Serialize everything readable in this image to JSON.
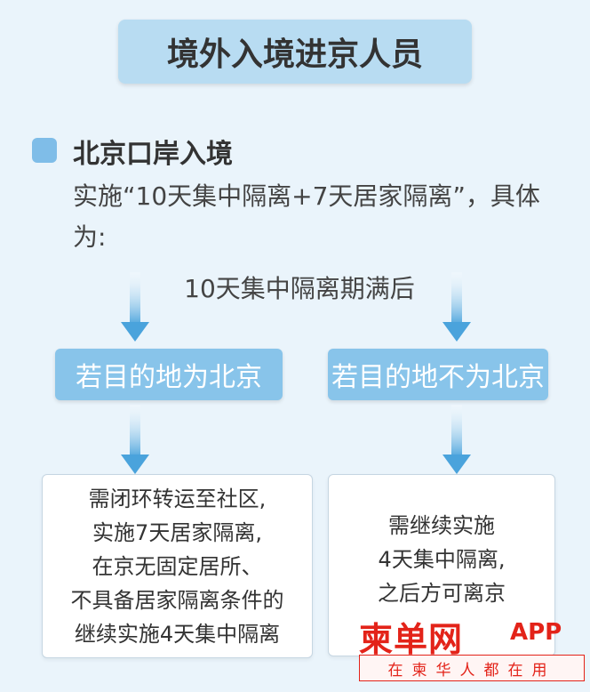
{
  "title": "境外入境进京人员",
  "section": {
    "heading": "北京口岸入境",
    "description": "实施“10天集中隔离+7天居家隔离”，具体为:"
  },
  "flow": {
    "after_label": "10天集中隔离期满后",
    "branches": [
      {
        "destination": "若目的地为北京",
        "lines": [
          "需闭环转运至社区,",
          "实施7天居家隔离,",
          "在京无固定居所、",
          "不具备居家隔离条件的",
          "继续实施4天集中隔离"
        ]
      },
      {
        "destination": "若目的地不为北京",
        "lines": [
          "需继续实施",
          "4天集中隔离,",
          "之后方可离京"
        ]
      }
    ]
  },
  "watermark": {
    "brand": "柬单网",
    "app": "APP",
    "slogan": "在柬华人都在用"
  },
  "colors": {
    "background": "#eaf4fb",
    "title_box": "#b8dcf2",
    "destination_box": "#88c4ea",
    "arrow": "#4aa3dc",
    "watermark": "#e32319"
  }
}
